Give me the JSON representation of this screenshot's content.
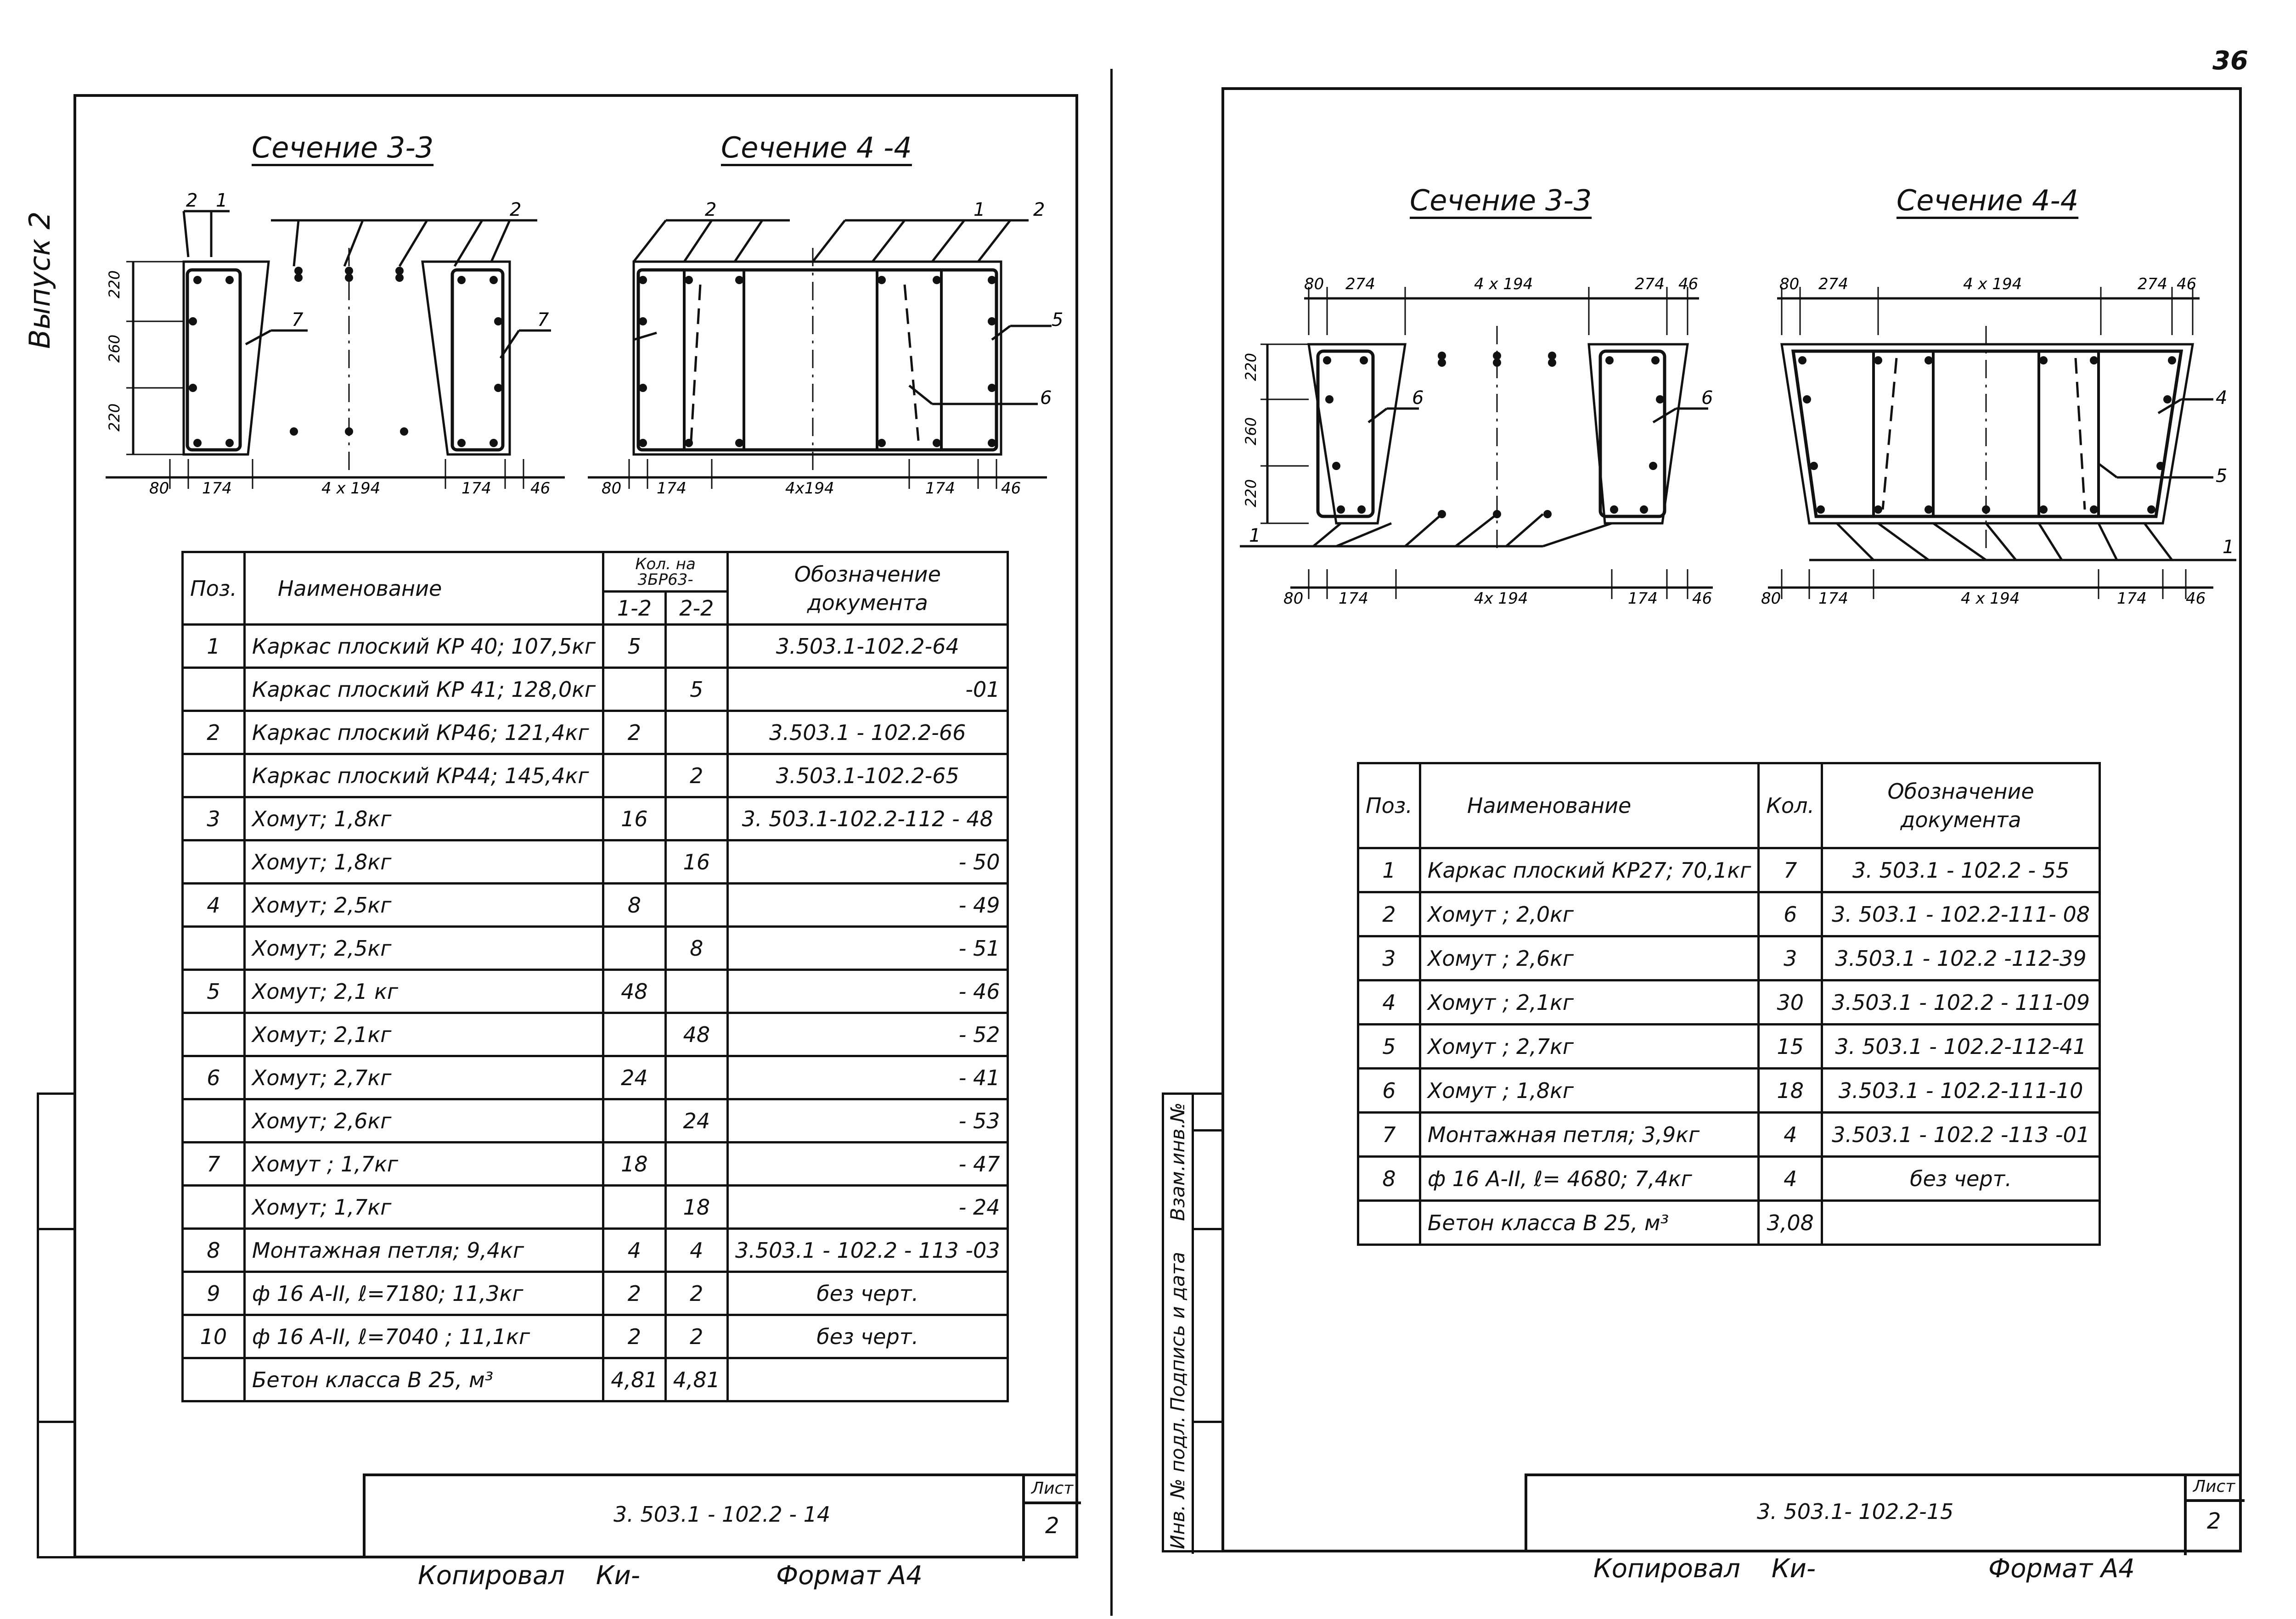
{
  "page_number": "36",
  "left_sheet": {
    "edition_label": "Выпуск 2",
    "section_a_title": "Сечение 3-3",
    "section_b_title": "Сечение 4 -4",
    "section_a_marks": [
      "2",
      "1",
      "2",
      "7",
      "7"
    ],
    "section_a_heights": [
      "220",
      "260",
      "220"
    ],
    "section_a_widths": [
      "80",
      "174",
      "4 x 194",
      "174",
      "46"
    ],
    "section_b_marks": [
      "2",
      "1",
      "2",
      "5",
      "6"
    ],
    "section_b_widths": [
      "80",
      "174",
      "4x194",
      "174",
      "46"
    ],
    "table": {
      "h_pos": "Поз.",
      "h_name": "Наименование",
      "h_qty": "Кол. на 3БР63-",
      "h_qty_a": "1-2",
      "h_qty_b": "2-2",
      "h_doc": "Обозначение документа",
      "rows": [
        {
          "pos": "1",
          "name": "Каркас плоский КР 40; 107,5кг",
          "qa": "5",
          "qb": "",
          "doc": "3.503.1-102.2-64"
        },
        {
          "pos": "",
          "name": "Каркас плоский КР 41; 128,0кг",
          "qa": "",
          "qb": "5",
          "doc": "-01"
        },
        {
          "pos": "2",
          "name": "Каркас плоский КР46; 121,4кг",
          "qa": "2",
          "qb": "",
          "doc": "3.503.1 - 102.2-66"
        },
        {
          "pos": "",
          "name": "Каркас плоский КР44; 145,4кг",
          "qa": "",
          "qb": "2",
          "doc": "3.503.1-102.2-65"
        },
        {
          "pos": "3",
          "name": "Хомут;      1,8кг",
          "qa": "16",
          "qb": "",
          "doc": "3. 503.1-102.2-112 - 48"
        },
        {
          "pos": "",
          "name": "Хомут;      1,8кг",
          "qa": "",
          "qb": "16",
          "doc": "- 50"
        },
        {
          "pos": "4",
          "name": "Хомут;      2,5кг",
          "qa": "8",
          "qb": "",
          "doc": "- 49"
        },
        {
          "pos": "",
          "name": "Хомут;      2,5кг",
          "qa": "",
          "qb": "8",
          "doc": "- 51"
        },
        {
          "pos": "5",
          "name": "Хомут;      2,1 кг",
          "qa": "48",
          "qb": "",
          "doc": "- 46"
        },
        {
          "pos": "",
          "name": "Хомут;      2,1кг",
          "qa": "",
          "qb": "48",
          "doc": "- 52"
        },
        {
          "pos": "6",
          "name": "Хомут;      2,7кг",
          "qa": "24",
          "qb": "",
          "doc": "- 41"
        },
        {
          "pos": "",
          "name": "Хомут;      2,6кг",
          "qa": "",
          "qb": "24",
          "doc": "- 53"
        },
        {
          "pos": "7",
          "name": "Хомут ;     1,7кг",
          "qa": "18",
          "qb": "",
          "doc": "- 47"
        },
        {
          "pos": "",
          "name": "Хомут;      1,7кг",
          "qa": "",
          "qb": "18",
          "doc": "- 24"
        },
        {
          "pos": "8",
          "name": "Монтажная петля; 9,4кг",
          "qa": "4",
          "qb": "4",
          "doc": "3.503.1 - 102.2 - 113  -03"
        },
        {
          "pos": "9",
          "name": "ф 16 А-II,  ℓ=7180;  11,3кг",
          "qa": "2",
          "qb": "2",
          "doc": "без черт."
        },
        {
          "pos": "10",
          "name": "ф 16 А-II,  ℓ=7040 ;  11,1кг",
          "qa": "2",
          "qb": "2",
          "doc": "без черт."
        },
        {
          "pos": "",
          "name": "Бетон класса  В 25, м³",
          "qa": "4,81",
          "qb": "4,81",
          "doc": ""
        }
      ]
    },
    "stamp_code": "3. 503.1 - 102.2 - 14",
    "stamp_sheet_label": "Лист",
    "stamp_sheet_no": "2",
    "footer_copied": "Копировал",
    "footer_signature": "Ки-",
    "footer_format": "Формат  А4"
  },
  "right_sheet": {
    "section_a_title": "Сечение 3-3",
    "section_b_title": "Сечение 4-4",
    "section_a_top_dims": [
      "80",
      "274",
      "4 x 194",
      "274",
      "46"
    ],
    "section_a_heights": [
      "220",
      "260",
      "220"
    ],
    "section_a_marks": [
      "6",
      "6",
      "1"
    ],
    "section_a_bottom_dims": [
      "80",
      "174",
      "4x 194",
      "174",
      "46"
    ],
    "section_b_top_dims": [
      "80",
      "274",
      "4 x 194",
      "274",
      "46"
    ],
    "section_b_marks": [
      "4",
      "5",
      "1"
    ],
    "section_b_bottom_dims": [
      "80",
      "174",
      "4 x 194",
      "174",
      "46"
    ],
    "table": {
      "h_pos": "Поз.",
      "h_name": "Наименование",
      "h_qty": "Кол.",
      "h_doc": "Обозначение документа",
      "rows": [
        {
          "pos": "1",
          "name": "Каркас плоский КР27; 70,1кг",
          "qty": "7",
          "doc": "3. 503.1 - 102.2 - 55"
        },
        {
          "pos": "2",
          "name": "Хомут ;      2,0кг",
          "qty": "6",
          "doc": "3. 503.1 - 102.2-111- 08"
        },
        {
          "pos": "3",
          "name": "Хомут ;      2,6кг",
          "qty": "3",
          "doc": "3.503.1 - 102.2 -112-39"
        },
        {
          "pos": "4",
          "name": "Хомут ;      2,1кг",
          "qty": "30",
          "doc": "3.503.1 - 102.2 - 111-09"
        },
        {
          "pos": "5",
          "name": "Хомут ;      2,7кг",
          "qty": "15",
          "doc": "3. 503.1 - 102.2-112-41"
        },
        {
          "pos": "6",
          "name": "Хомут ;      1,8кг",
          "qty": "18",
          "doc": "3.503.1 - 102.2-111-10"
        },
        {
          "pos": "7",
          "name": "Монтажная петля; 3,9кг",
          "qty": "4",
          "doc": "3.503.1 - 102.2 -113 -01"
        },
        {
          "pos": "8",
          "name": "ф 16 А-II,  ℓ= 4680;  7,4кг",
          "qty": "4",
          "doc": "без черт."
        },
        {
          "pos": "",
          "name": "Бетон  класса  В 25,  м³",
          "qty": "3,08",
          "doc": ""
        }
      ]
    },
    "side_labels": [
      "Инв. № подл.",
      "Подпись и дата",
      "Взам.инв.№"
    ],
    "stamp_code": "3. 503.1- 102.2-15",
    "stamp_sheet_label": "Лист",
    "stamp_sheet_no": "2",
    "footer_copied": "Копировал",
    "footer_signature": "Ки-",
    "footer_format": "Формат  А4"
  }
}
